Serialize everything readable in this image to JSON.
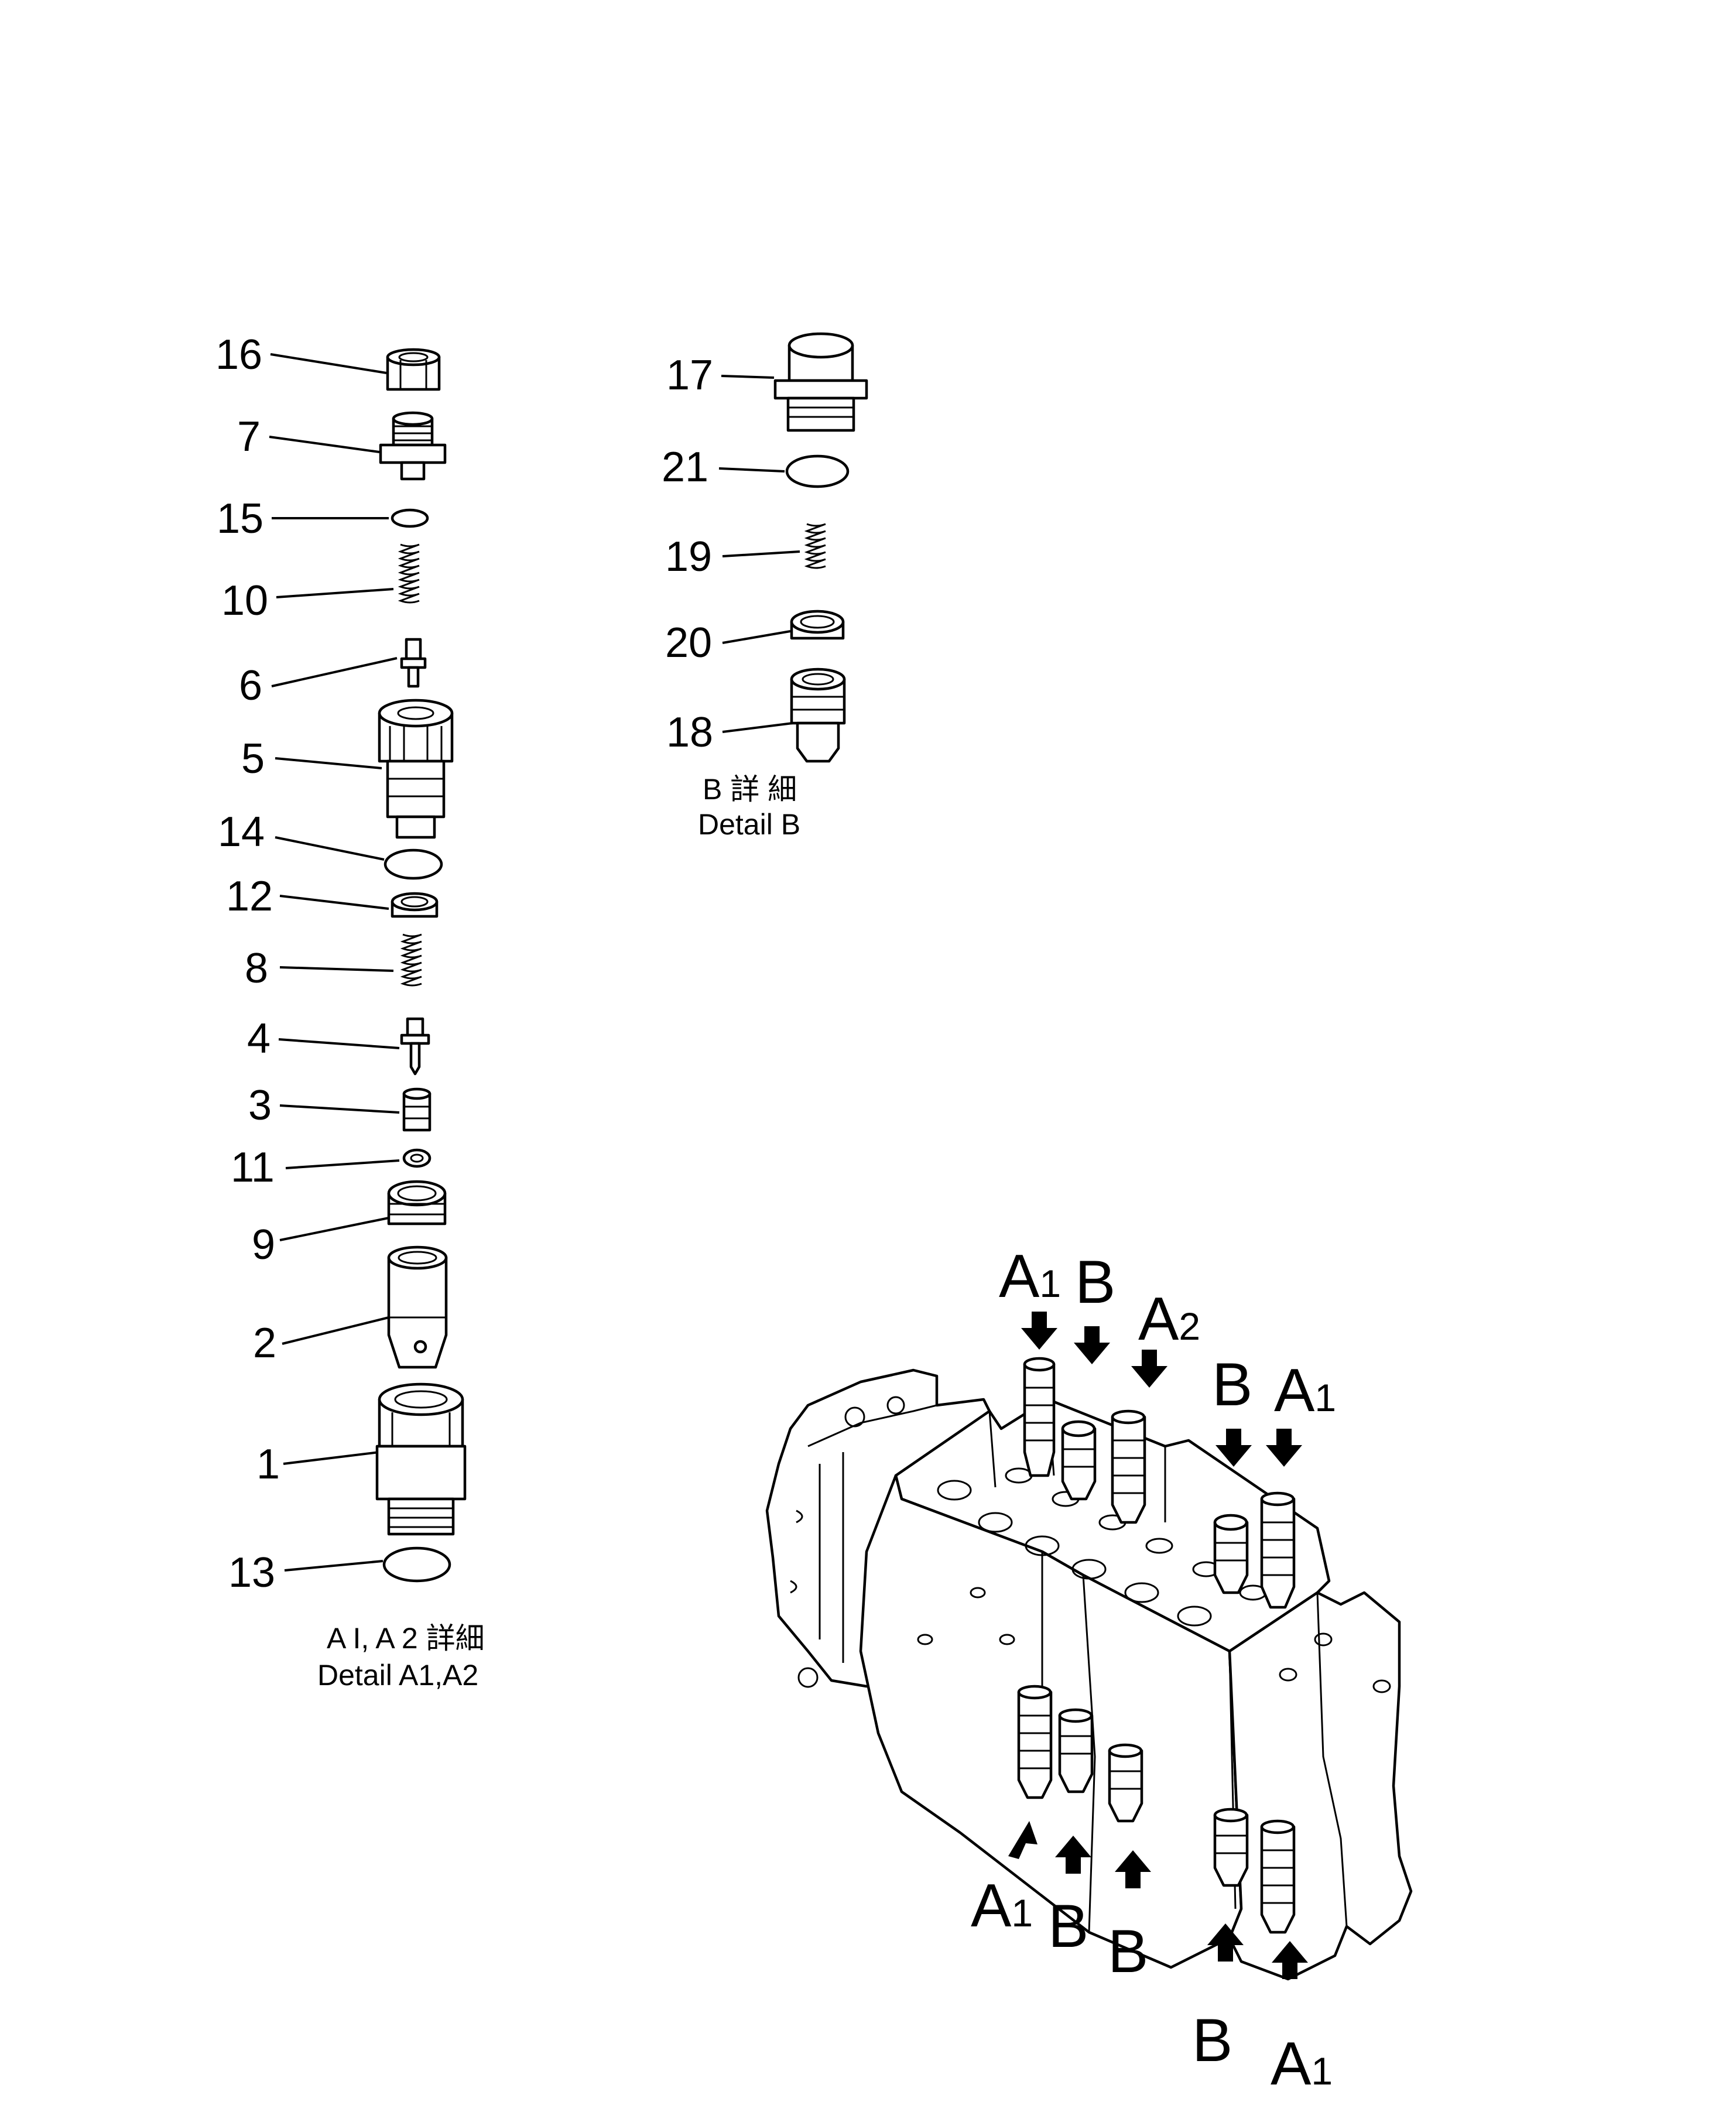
{
  "detail_a": {
    "labels": [
      "16",
      "7",
      "15",
      "10",
      "6",
      "5",
      "14",
      "12",
      "8",
      "4",
      "3",
      "11",
      "9",
      "2",
      "1",
      "13"
    ],
    "caption_jp": "A I, A 2 詳細",
    "caption_en": "Detail A1,A2"
  },
  "detail_b": {
    "labels": [
      "17",
      "21",
      "19",
      "20",
      "18"
    ],
    "caption_jp": "B 詳 細",
    "caption_en": "Detail B"
  },
  "assembly": {
    "callouts": [
      {
        "letter": "A",
        "sub": "1"
      },
      {
        "letter": "B",
        "sub": ""
      },
      {
        "letter": "A",
        "sub": "2"
      },
      {
        "letter": "B",
        "sub": ""
      },
      {
        "letter": "A",
        "sub": "1"
      },
      {
        "letter": "A",
        "sub": "1"
      },
      {
        "letter": "B",
        "sub": ""
      },
      {
        "letter": "B",
        "sub": ""
      },
      {
        "letter": "B",
        "sub": ""
      },
      {
        "letter": "A",
        "sub": "1"
      }
    ]
  }
}
